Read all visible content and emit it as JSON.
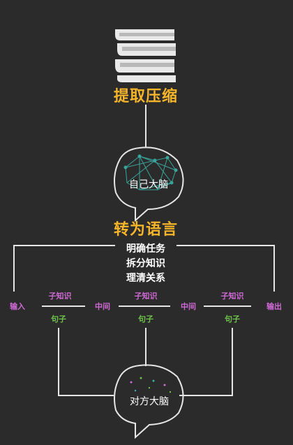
{
  "top": {
    "title": "提取压缩"
  },
  "self_brain": {
    "label": "自己大脑"
  },
  "middle": {
    "title": "转为语言",
    "tasks": [
      "明确任务",
      "拆分知识",
      "理清关系"
    ]
  },
  "nodes": {
    "input": "输入",
    "mid1": "中间",
    "mid2": "中间",
    "output": "输出"
  },
  "segments": [
    {
      "top": "子知识",
      "bottom": "句子"
    },
    {
      "top": "子知识",
      "bottom": "句子"
    },
    {
      "top": "子知识",
      "bottom": "句子"
    }
  ],
  "other_brain": {
    "label": "对方大脑"
  },
  "colors": {
    "background": "#2b2b2b",
    "title": "#f5b52a",
    "sub_knowledge": "#d06ad6",
    "sentence": "#6ec24a",
    "line": "#e6e6e6",
    "brain_network": "#3bb3a8"
  },
  "icons": [
    "books-icon",
    "brain-network-icon",
    "speech-bubble-icon"
  ]
}
